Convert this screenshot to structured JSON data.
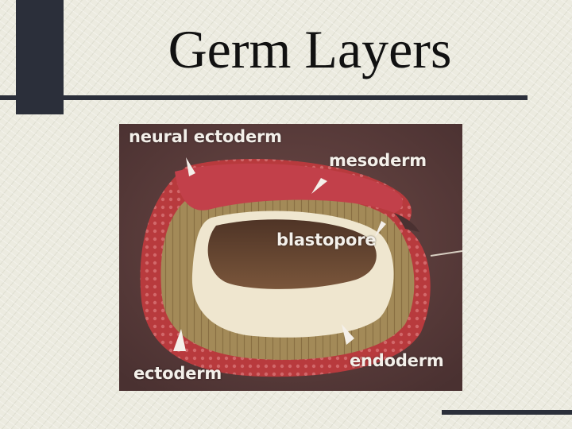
{
  "slide": {
    "title": "Germ Layers"
  },
  "figure": {
    "labels": {
      "neural_ectoderm": "neural ectoderm",
      "mesoderm": "mesoderm",
      "blastopore": "blastopore",
      "ectoderm": "ectoderm",
      "endoderm": "endoderm"
    }
  },
  "colors": {
    "accent": "#2b2f3a",
    "background": "#ecebe0",
    "ectoderm_red": "#b83a3d",
    "mesoderm_tan": "#a38a58",
    "cavity_cream": "#efe6cf",
    "yolk_brown": "#5f4230"
  }
}
